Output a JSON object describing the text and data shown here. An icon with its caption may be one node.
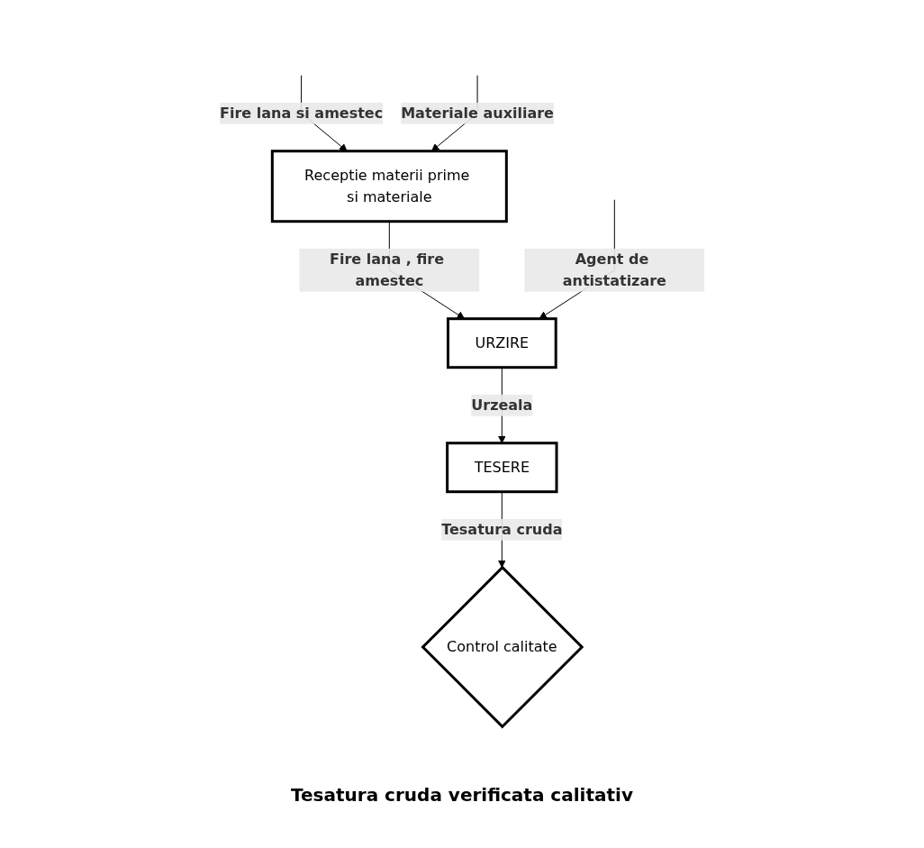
{
  "diagram": {
    "nodes": [
      {
        "text": [
          "Receptie materii prime si materiale"
        ]
      },
      {
        "text": [
          "URZIRE"
        ]
      },
      {
        "text": [
          "TESERE"
        ]
      },
      {
        "text": [
          "Control calitate"
        ]
      }
    ],
    "labels": [
      "Tesatura cruda verificata calitativ"
    ],
    "edges": [
      {
        "from": null,
        "to": 0,
        "arrow": "to",
        "label": "Fire lana si amestec"
      },
      {
        "from": null,
        "to": 0,
        "arrow": "to",
        "label": "Materiale auxiliare"
      },
      {
        "from": 0,
        "to": 1,
        "arrow": "to",
        "label": "Fire lana , fire amestec"
      },
      {
        "from": null,
        "to": 1,
        "arrow": "to",
        "label": "Agent de antistatizare"
      },
      {
        "from": 1,
        "to": 2,
        "arrow": "to",
        "label": "Urzeala"
      },
      {
        "from": 2,
        "to": 3,
        "arrow": "to",
        "label": "Tesatura cruda"
      }
    ]
  }
}
